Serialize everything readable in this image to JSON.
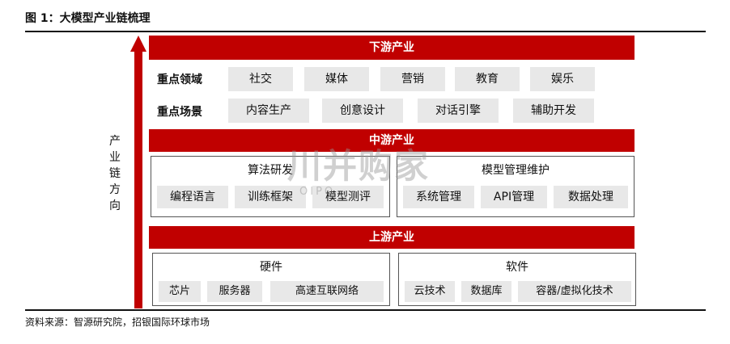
{
  "figure": {
    "title": "图 1：大模型产业链梳理",
    "source": "资料来源：智源研究院，招银国际环球市场"
  },
  "direction_label": [
    "产",
    "业",
    "链",
    "方",
    "向"
  ],
  "downstream": {
    "band": "下游产业",
    "fields_label": "重点领域",
    "fields": [
      "社交",
      "媒体",
      "营销",
      "教育",
      "娱乐"
    ],
    "scenes_label": "重点场景",
    "scenes": [
      "内容生产",
      "创意设计",
      "对话引擎",
      "辅助开发"
    ]
  },
  "midstream": {
    "band": "中游产业",
    "left_title": "算法研发",
    "left_items": [
      "编程语言",
      "训练框架",
      "模型测评"
    ],
    "right_title": "模型管理维护",
    "right_items": [
      "系统管理",
      "API管理",
      "数据处理"
    ]
  },
  "upstream": {
    "band": "上游产业",
    "left_title": "硬件",
    "left_items": [
      "芯片",
      "服务器",
      "高速互联网络"
    ],
    "right_title": "软件",
    "right_items": [
      "云技术",
      "数据库",
      "容器/虚拟化技术"
    ]
  },
  "watermark": {
    "main": "川并购家",
    "sub": "OIPO"
  },
  "colors": {
    "accent": "#c00000",
    "chip_bg": "#e8e8e8"
  }
}
